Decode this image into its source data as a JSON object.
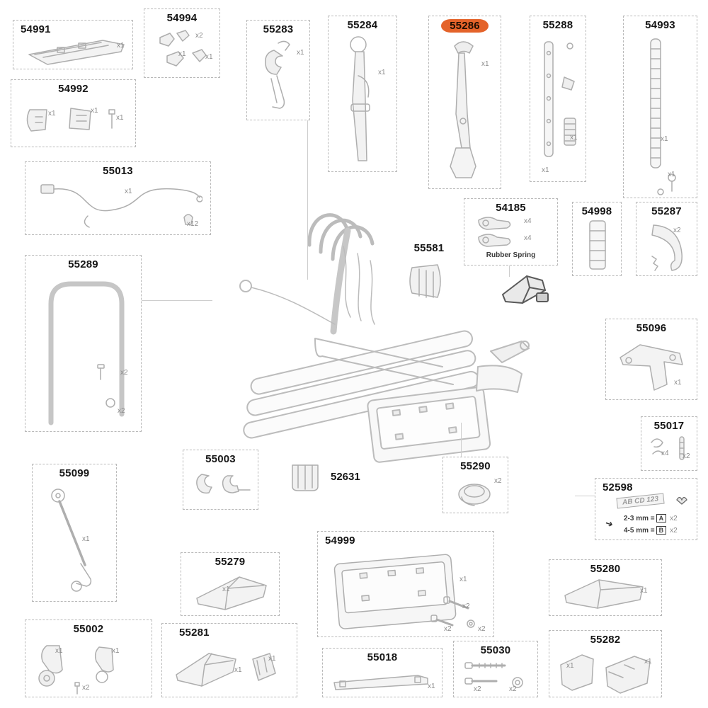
{
  "diagram": {
    "selected_part": "55286",
    "highlight_color": "#e4632a",
    "line_color": "#b3b3b3"
  },
  "parts": {
    "p54991": {
      "label": "54991",
      "q1": "x1"
    },
    "p54994": {
      "label": "54994",
      "q1": "x2",
      "q2": "x1",
      "q3": "x1"
    },
    "p55283": {
      "label": "55283",
      "q1": "x1"
    },
    "p55284": {
      "label": "55284",
      "q1": "x1"
    },
    "p55286": {
      "label": "55286",
      "q1": "x1",
      "highlighted": true
    },
    "p55288": {
      "label": "55288",
      "q1": "x1",
      "q2": "x1"
    },
    "p54993": {
      "label": "54993",
      "q1": "x1",
      "q2": "x1"
    },
    "p54992": {
      "label": "54992",
      "q1": "x1",
      "q2": "x1",
      "q3": "x1"
    },
    "p55013": {
      "label": "55013",
      "q1": "x1",
      "q2": "x12"
    },
    "p54185": {
      "label": "54185",
      "q1": "x4",
      "q2": "x4",
      "note": "Rubber Spring"
    },
    "p54998": {
      "label": "54998"
    },
    "p55287": {
      "label": "55287",
      "q1": "x2"
    },
    "p55581": {
      "label": "55581"
    },
    "p55289": {
      "label": "55289",
      "q1": "x2",
      "q2": "x2"
    },
    "p55096": {
      "label": "55096",
      "q1": "x1"
    },
    "p55017": {
      "label": "55017",
      "q1": "x4",
      "q2": "x2"
    },
    "p52598": {
      "label": "52598",
      "plate": "AB CD 123",
      "row1": "2-3 mm =",
      "badge1": "A",
      "q1": "x2",
      "row2": "4-5 mm =",
      "badge2": "B",
      "q2": "x2"
    },
    "p55099": {
      "label": "55099",
      "q1": "x1"
    },
    "p55003": {
      "label": "55003"
    },
    "p52631": {
      "label": "52631"
    },
    "p55290": {
      "label": "55290",
      "q1": "x2"
    },
    "p54999": {
      "label": "54999",
      "q1": "x1",
      "q2": "x2",
      "q3": "x2",
      "q4": "x2"
    },
    "p55279": {
      "label": "55279",
      "q1": "x1"
    },
    "p55281": {
      "label": "55281",
      "q1": "x1",
      "q2": "x1"
    },
    "p55002": {
      "label": "55002",
      "q1": "x1",
      "q2": "x1",
      "q3": "x2"
    },
    "p55018": {
      "label": "55018",
      "q1": "x1"
    },
    "p55030": {
      "label": "55030",
      "q1": "x2",
      "q2": "x2"
    },
    "p55280": {
      "label": "55280",
      "q1": "x1"
    },
    "p55282": {
      "label": "55282",
      "q1": "x1",
      "q2": "x1"
    }
  }
}
